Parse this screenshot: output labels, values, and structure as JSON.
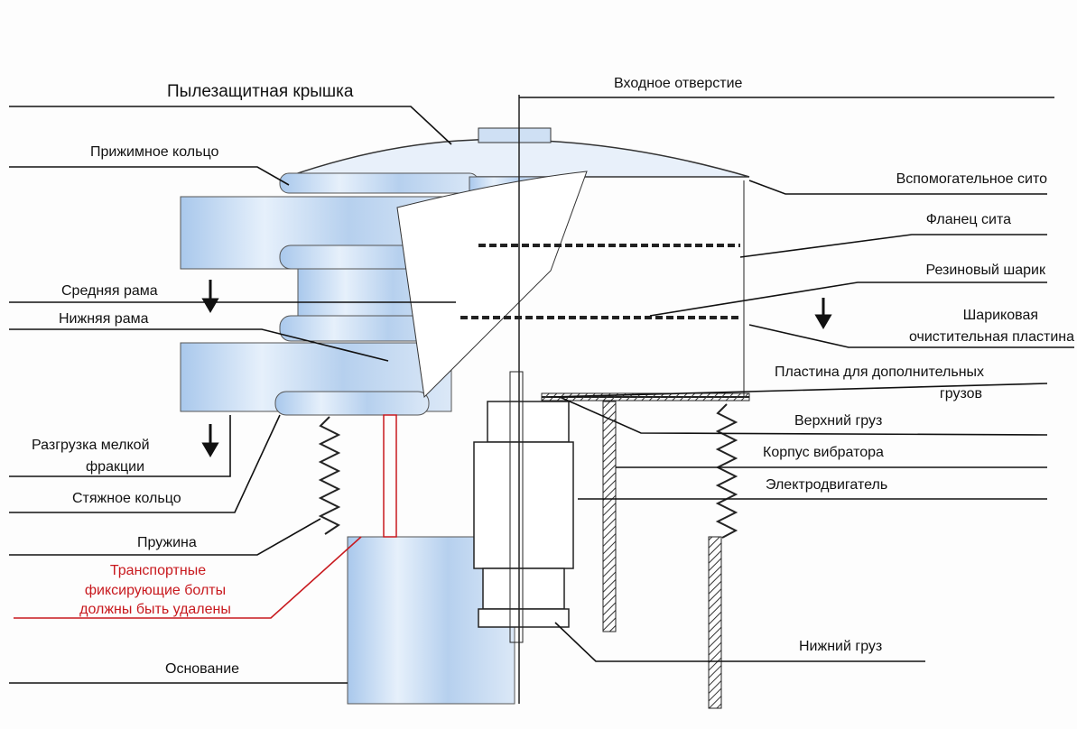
{
  "labels": {
    "dust_cover": "Пылезащитная крышка",
    "inlet": "Входное отверстие",
    "clamp_ring": "Прижимное кольцо",
    "aux_screen": "Вспомогательное сито",
    "screen_flange": "Фланец сита",
    "rubber_ball": "Резиновый шарик",
    "middle_frame": "Средняя рама",
    "lower_frame": "Нижняя рама",
    "ball_plate_1": "Шариковая",
    "ball_plate_2": "очистительная пластина",
    "weight_plate_1": "Пластина для дополнительных",
    "weight_plate_2": "грузов",
    "upper_weight": "Верхний груз",
    "vibrator_body": "Корпус вибратора",
    "motor": "Электродвигатель",
    "fine_discharge_1": "Разгрузка мелкой",
    "fine_discharge_2": "фракции",
    "tie_ring": "Стяжное кольцо",
    "spring": "Пружина",
    "warning_1": "Транспортные",
    "warning_2": "фиксирующие болты",
    "warning_3": "должны быть удалены",
    "base": "Основание",
    "lower_weight": "Нижний груз"
  },
  "colors": {
    "frame": "#b9d3ee",
    "warning": "#c8191e",
    "lines": "#111111"
  }
}
